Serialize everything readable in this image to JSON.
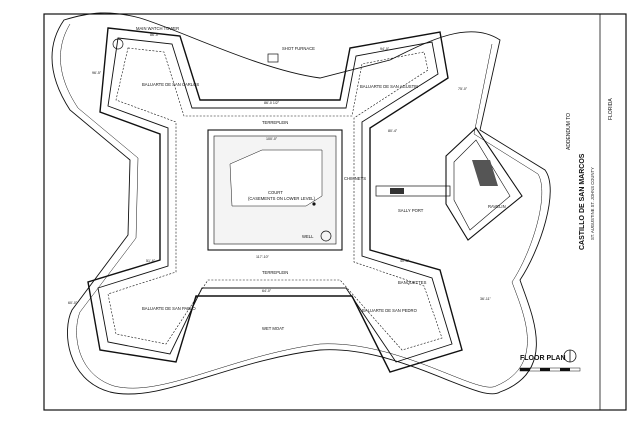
{
  "labels": {
    "main_watch_tower": "MAIN WATCH TOWER",
    "shot_furnace": "SHOT FURNACE",
    "baluarte_san_carlos": "BALUARTE DE SAN CARLOS",
    "baluarte_san_agustin": "BALUARTE DE SAN AGUSTIN",
    "baluarte_san_pablo": "BALUARTE DE SAN PABLO",
    "baluarte_san_pedro": "BALUARTE DE SAN PEDRO",
    "terreplein_top": "TERREPLEIN",
    "terreplein_bottom": "TERREPLEIN",
    "court": "COURT",
    "court_note": "(CASEMENTS ON LOWER LEVEL)",
    "well": "WELL",
    "chimneys": "CHIMNEYS",
    "sally_port": "SALLY PORT",
    "ravelin": "RAVELIN",
    "banquettes": "BANQUETTES",
    "wet_moat": "WET MOAT"
  },
  "title_block": {
    "floor_plan": "FLOOR PLAN",
    "fort_name": "CASTILLO DE SAN MARCOS",
    "addendum": "ADDENDUM TO",
    "location": "ST. AUGUSTINE    ST. JOHNS COUNTY",
    "state": "FLORIDA"
  },
  "dimensions": {
    "d1": "86'-0\"",
    "d2": "86'-0 1/2\"",
    "d3": "94'-0\"",
    "d4": "96'-5\"",
    "d5": "75'-0\"",
    "d6": "64'-0\"",
    "d7": "51'-6\"",
    "d8": "40'-3\"",
    "d9": "100'-0\"",
    "d10": "117'-10\"",
    "d11": "60'-0\"",
    "d12": "36'-11\"",
    "d13": "80'-4\""
  },
  "colors": {
    "ink": "#111111",
    "paper": "#ffffff"
  }
}
